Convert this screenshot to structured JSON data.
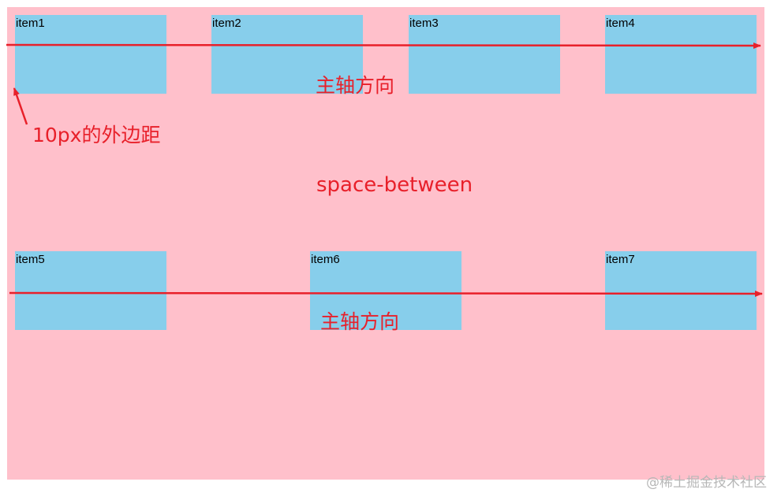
{
  "items": [
    "item1",
    "item2",
    "item3",
    "item4",
    "item5",
    "item6",
    "item7"
  ],
  "annotations": {
    "main_axis_label": "主轴方向",
    "margin_note": "10px的外边距",
    "justify_value": "space-between"
  },
  "watermark": "@稀土掘金技术社区",
  "colors": {
    "container": "#ffc0cb",
    "item": "#87ceeb",
    "annotation": "#e8202a"
  }
}
